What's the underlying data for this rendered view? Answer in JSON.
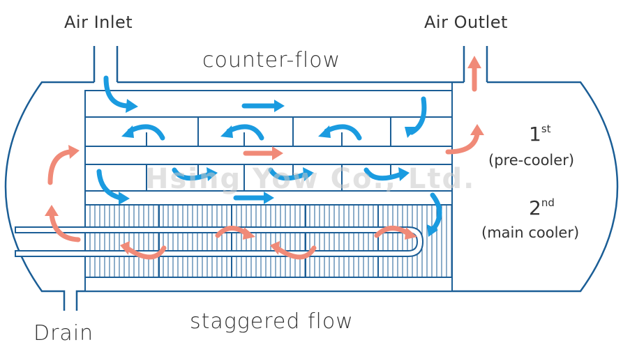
{
  "labels": {
    "air_inlet": "Air Inlet",
    "air_outlet": "Air Outlet",
    "counter_flow": "counter-flow",
    "staggered_flow": "staggered flow",
    "drain": "Drain",
    "stage1_num": "1",
    "stage1_sup": "st",
    "stage1_name": "(pre-cooler)",
    "stage2_num": "2",
    "stage2_sup": "nd",
    "stage2_name": "(main cooler)"
  },
  "watermark": "Hsing Yow Co., Ltd.",
  "colors": {
    "outline": "#1b5e96",
    "cold_arrow": "#1a9be0",
    "warm_arrow": "#f08a78",
    "text": "#333333"
  }
}
